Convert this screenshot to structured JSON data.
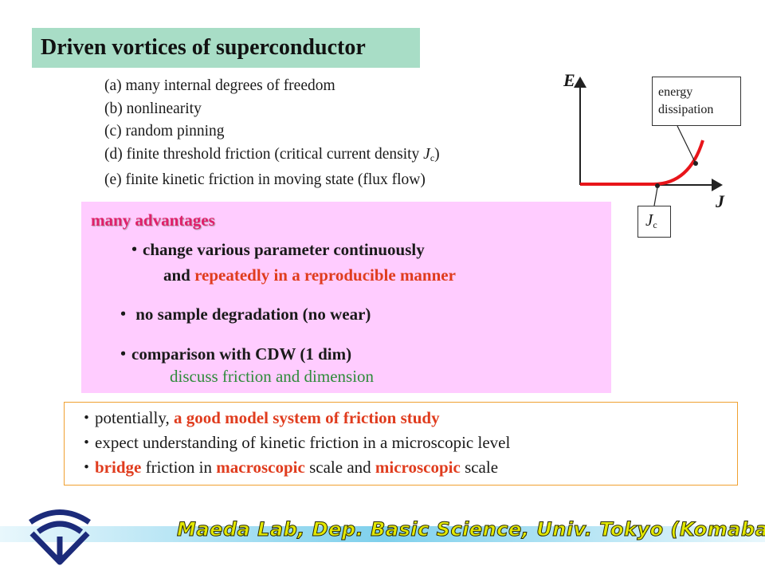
{
  "title": "Driven vortices of superconductor",
  "properties": [
    "(a) many internal degrees of freedom",
    "(b) nonlinearity",
    "(c) random pinning",
    "(d) finite threshold friction (critical current density ",
    "(e) finite kinetic friction in moving state (flux flow)"
  ],
  "prop_d_symbol": "J",
  "prop_d_sub": "c",
  "prop_d_close": ")",
  "advantages": {
    "heading": "many advantages",
    "item1": "・change various parameter continuously",
    "item1_cont_a": "and ",
    "item1_cont_b": "repeatedly in a reproducible manner",
    "item2": "・ no sample degradation (no wear)",
    "item3": "・comparison with CDW (1 dim)",
    "item3_sub": "discuss friction and dimension"
  },
  "outlook": {
    "l1_a": "・potentially, ",
    "l1_b": "a good model system of friction study",
    "l2": "・expect understanding of kinetic friction in a microscopic level",
    "l3_a": "・",
    "l3_b": "bridge",
    "l3_c": " friction in ",
    "l3_d": "macroscopic",
    "l3_e": " scale and ",
    "l3_f": "microscopic",
    "l3_g": " scale"
  },
  "graph": {
    "y_label": "E",
    "x_label": "J",
    "annotation_line1": "energy",
    "annotation_line2": "dissipation",
    "threshold_symbol": "J",
    "threshold_sub": "c",
    "curve_color": "#e8151a"
  },
  "footer": "Maeda Lab, Dep. Basic Science, Univ. Tokyo (Komaba)",
  "colors": {
    "title_bg": "#a8ddc6",
    "panel_bg": "#ffccff",
    "highlight_red": "#e03c1e",
    "heading_pink": "#e0206a",
    "green_text": "#2e8b3a",
    "outlook_border": "#f0a030"
  }
}
